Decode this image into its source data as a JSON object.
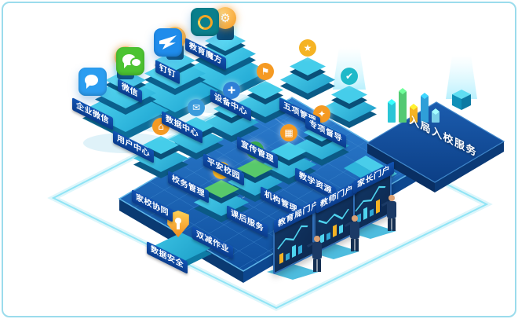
{
  "apps": {
    "items": [
      {
        "label": "企业微信",
        "icon": "enterprise-wechat-icon",
        "style": "--bg:#2b9df0"
      },
      {
        "label": "微信",
        "icon": "wechat-icon",
        "style": "--bg:#4cc332"
      },
      {
        "label": "钉钉",
        "icon": "dingtalk-icon",
        "style": "--bg:#1f8ceb"
      },
      {
        "label": "教育魔方",
        "icon": "edu-cube-icon",
        "style": "--bg:#0a7f8c"
      }
    ]
  },
  "centers": {
    "items": [
      {
        "label": "用户中心",
        "icon": "gear-icon",
        "glyph": "⚙"
      },
      {
        "label": "数据中心",
        "icon": "gear-icon",
        "glyph": "⚙"
      },
      {
        "label": "设备中心",
        "icon": "gear-icon",
        "glyph": "⚙"
      }
    ]
  },
  "platform": {
    "modules": [
      {
        "label": "家校协同",
        "icon": "home-school-icon",
        "glyph": "⌂",
        "style": "--accent:#45cdea;--icon-bg:#f59a23"
      },
      {
        "label": "校务管理",
        "icon": "school-affairs-icon",
        "glyph": "✉",
        "style": "--accent:#45cdea;--icon-bg:#3a9bdc"
      },
      {
        "label": "平安校园",
        "icon": "safe-campus-icon",
        "glyph": "✚",
        "style": "--accent:#45cdea;--icon-bg:#2f7fd6"
      },
      {
        "label": "宣传管理",
        "icon": "publicity-icon",
        "glyph": "⚑",
        "style": "--accent:#45cdea;--icon-bg:#f59a23"
      },
      {
        "label": "五项管理",
        "icon": "five-management-icon",
        "glyph": "★",
        "style": "--accent:#45cdea;--icon-bg:#f5b324"
      },
      {
        "label": "专项督导",
        "icon": "supervision-icon",
        "glyph": "✔",
        "style": "--accent:#45cdea;--icon-bg:#1fb9c9"
      },
      {
        "label": "双减作业",
        "icon": "homework-icon",
        "glyph": "✎",
        "style": "--accent:#58c96a;--icon-bg:#f5b324"
      },
      {
        "label": "课后服务",
        "icon": "after-school-icon",
        "glyph": "♪",
        "style": "--accent:#58c96a;--icon-bg:#37a84e"
      },
      {
        "label": "机构管理",
        "icon": "institution-icon",
        "glyph": "▦",
        "style": "--accent:#45cdea;--icon-bg:#f59a23"
      },
      {
        "label": "教学资源",
        "icon": "resources-icon",
        "glyph": "✦",
        "style": "--accent:#45cdea;--icon-bg:#f59a23"
      }
    ]
  },
  "right_service": {
    "label": "入局入校服务",
    "icon": "bar-chart-icon"
  },
  "security": {
    "label": "数据安全",
    "icon": "shield-icon"
  },
  "portals": {
    "items": [
      {
        "label": "教育局门户"
      },
      {
        "label": "教师门户"
      },
      {
        "label": "家长门户"
      }
    ]
  },
  "palette": {
    "frame_outline": "#90e4f5",
    "platform_blue": "#1766b4",
    "tower_cyan": "#2fb6dc",
    "banner_blue": "#0a3c8c",
    "accent_orange": "#f59a23",
    "accent_green": "#58c96a"
  }
}
